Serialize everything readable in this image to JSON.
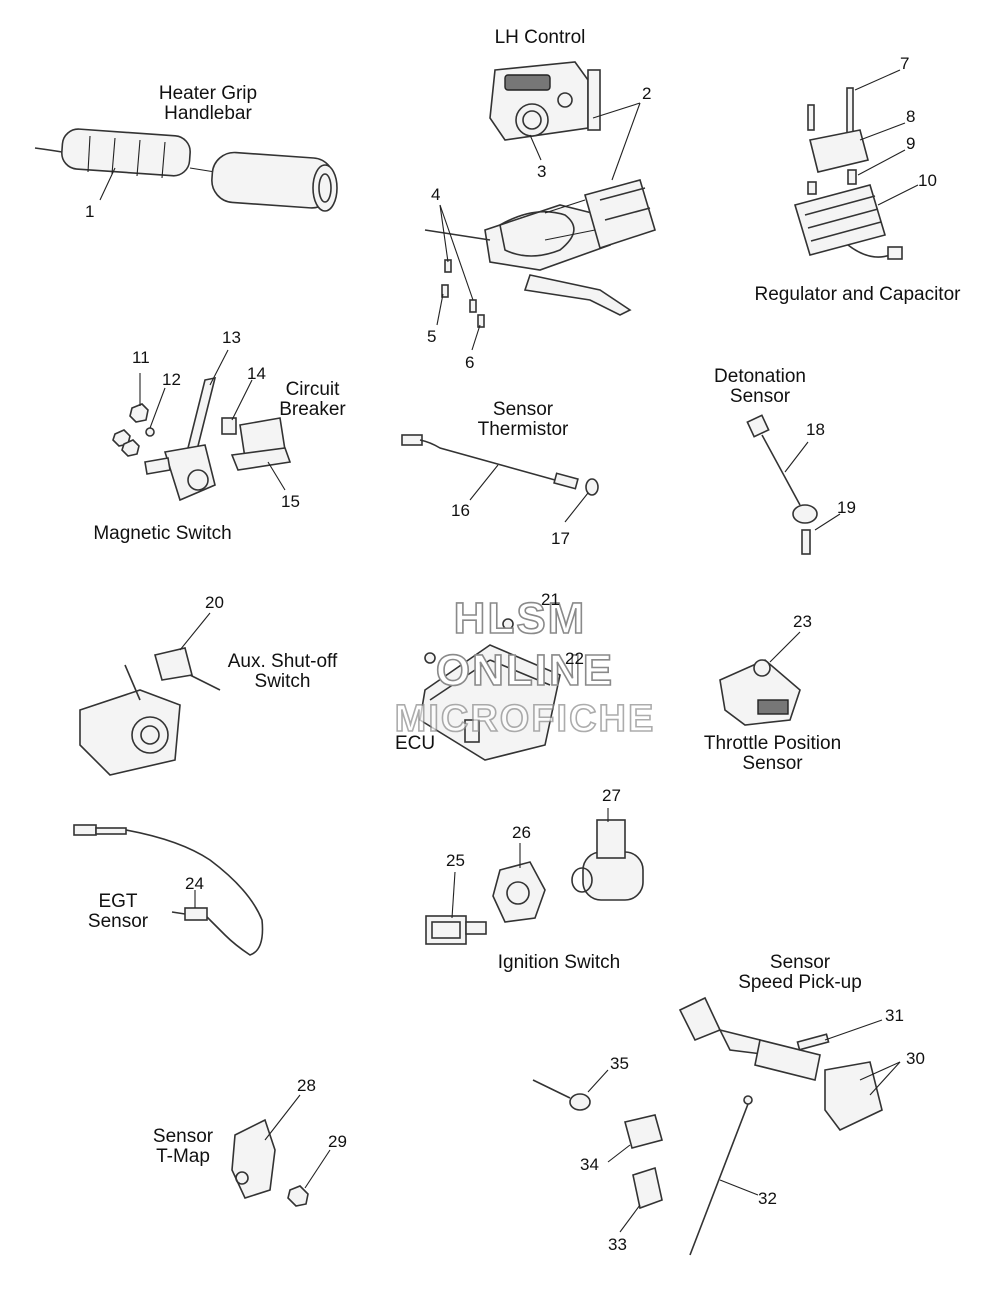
{
  "watermark": [
    "HLSM",
    "ONLINE",
    "MICROFICHE"
  ],
  "groups": [
    {
      "id": "heater-grip",
      "label": "Heater Grip\nHandlebar"
    },
    {
      "id": "lh-control",
      "label": "LH Control"
    },
    {
      "id": "regulator",
      "label": "Regulator and Capacitor"
    },
    {
      "id": "circuit-breaker",
      "label": "Circuit\nBreaker"
    },
    {
      "id": "magnetic-switch",
      "label": "Magnetic Switch"
    },
    {
      "id": "sensor-thermistor",
      "label": "Sensor\nThermistor"
    },
    {
      "id": "detonation-sensor",
      "label": "Detonation\nSensor"
    },
    {
      "id": "aux-shutoff",
      "label": "Aux. Shut-off\nSwitch"
    },
    {
      "id": "ecu",
      "label": "ECU"
    },
    {
      "id": "throttle-position",
      "label": "Throttle Position\nSensor"
    },
    {
      "id": "egt-sensor",
      "label": "EGT\nSensor"
    },
    {
      "id": "ignition-switch",
      "label": "Ignition Switch"
    },
    {
      "id": "speed-pickup",
      "label": "Sensor\nSpeed Pick-up"
    },
    {
      "id": "tmap",
      "label": "Sensor\nT-Map"
    }
  ],
  "callouts": [
    "1",
    "2",
    "3",
    "4",
    "5",
    "6",
    "7",
    "8",
    "9",
    "10",
    "11",
    "12",
    "13",
    "14",
    "15",
    "16",
    "17",
    "18",
    "19",
    "20",
    "21",
    "22",
    "23",
    "24",
    "25",
    "26",
    "27",
    "28",
    "29",
    "30",
    "31",
    "32",
    "33",
    "34",
    "35"
  ]
}
